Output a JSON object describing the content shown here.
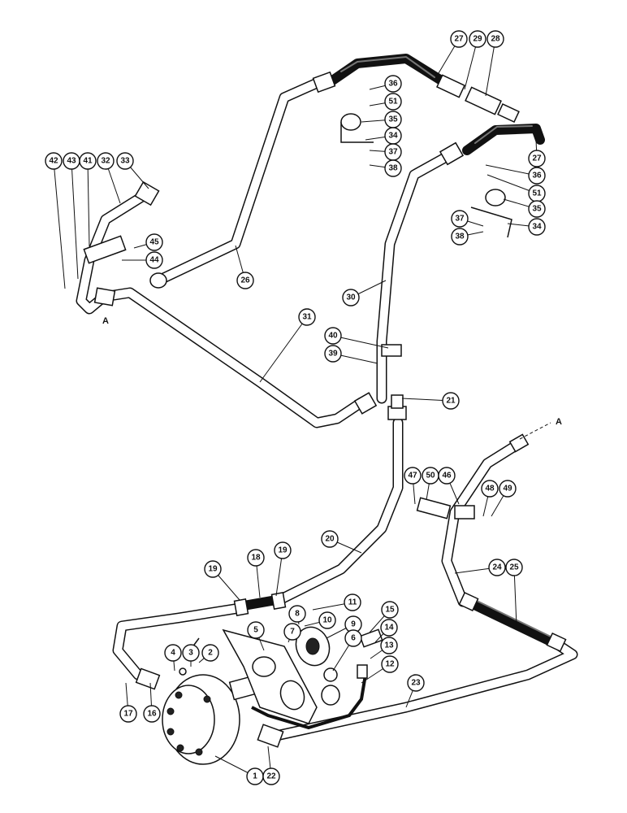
{
  "diagram": {
    "connection_marker_left": "A",
    "connection_marker_right": "A",
    "callouts": [
      {
        "id": "c27a",
        "label": "27"
      },
      {
        "id": "c29",
        "label": "29"
      },
      {
        "id": "c28",
        "label": "28"
      },
      {
        "id": "c36a",
        "label": "36"
      },
      {
        "id": "c51a",
        "label": "51"
      },
      {
        "id": "c35a",
        "label": "35"
      },
      {
        "id": "c34a",
        "label": "34"
      },
      {
        "id": "c37a",
        "label": "37"
      },
      {
        "id": "c38a",
        "label": "38"
      },
      {
        "id": "c27b",
        "label": "27"
      },
      {
        "id": "c36b",
        "label": "36"
      },
      {
        "id": "c51b",
        "label": "51"
      },
      {
        "id": "c35b",
        "label": "35"
      },
      {
        "id": "c34b",
        "label": "34"
      },
      {
        "id": "c37b",
        "label": "37"
      },
      {
        "id": "c38b",
        "label": "38"
      },
      {
        "id": "c42",
        "label": "42"
      },
      {
        "id": "c43",
        "label": "43"
      },
      {
        "id": "c41",
        "label": "41"
      },
      {
        "id": "c32",
        "label": "32"
      },
      {
        "id": "c33",
        "label": "33"
      },
      {
        "id": "c45",
        "label": "45"
      },
      {
        "id": "c44",
        "label": "44"
      },
      {
        "id": "c26",
        "label": "26"
      },
      {
        "id": "c30",
        "label": "30"
      },
      {
        "id": "c31",
        "label": "31"
      },
      {
        "id": "c40",
        "label": "40"
      },
      {
        "id": "c39",
        "label": "39"
      },
      {
        "id": "c21",
        "label": "21"
      },
      {
        "id": "c47",
        "label": "47"
      },
      {
        "id": "c50",
        "label": "50"
      },
      {
        "id": "c46",
        "label": "46"
      },
      {
        "id": "c48",
        "label": "48"
      },
      {
        "id": "c49",
        "label": "49"
      },
      {
        "id": "c20",
        "label": "20"
      },
      {
        "id": "c19a",
        "label": "19"
      },
      {
        "id": "c18",
        "label": "18"
      },
      {
        "id": "c19b",
        "label": "19"
      },
      {
        "id": "c24",
        "label": "24"
      },
      {
        "id": "c25",
        "label": "25"
      },
      {
        "id": "c8",
        "label": "8"
      },
      {
        "id": "c11",
        "label": "11"
      },
      {
        "id": "c10",
        "label": "10"
      },
      {
        "id": "c7",
        "label": "7"
      },
      {
        "id": "c9",
        "label": "9"
      },
      {
        "id": "c5",
        "label": "5"
      },
      {
        "id": "c6",
        "label": "6"
      },
      {
        "id": "c15",
        "label": "15"
      },
      {
        "id": "c14",
        "label": "14"
      },
      {
        "id": "c13",
        "label": "13"
      },
      {
        "id": "c12",
        "label": "12"
      },
      {
        "id": "c23",
        "label": "23"
      },
      {
        "id": "c4",
        "label": "4"
      },
      {
        "id": "c3",
        "label": "3"
      },
      {
        "id": "c2",
        "label": "2"
      },
      {
        "id": "c17",
        "label": "17"
      },
      {
        "id": "c16",
        "label": "16"
      },
      {
        "id": "c1",
        "label": "1"
      },
      {
        "id": "c22",
        "label": "22"
      }
    ]
  }
}
